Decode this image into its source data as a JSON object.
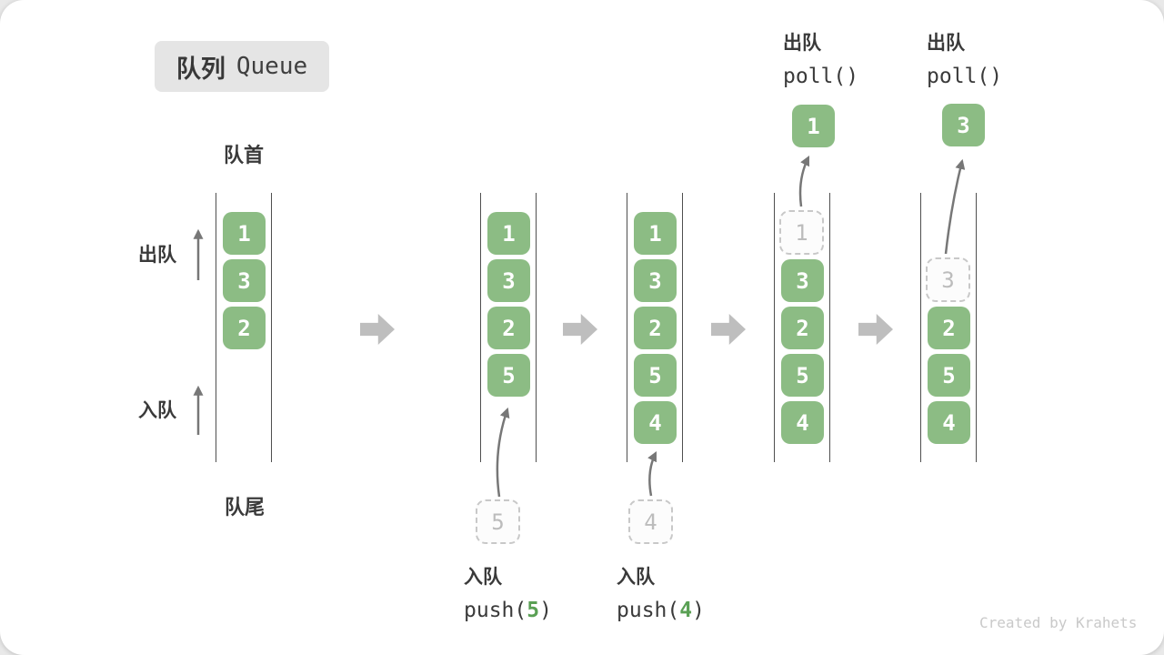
{
  "title": {
    "zh": "队列",
    "en": "Queue"
  },
  "labels": {
    "front": "队首",
    "rear": "队尾",
    "dequeue_side": "出队",
    "enqueue_side": "入队"
  },
  "colors": {
    "block_green": "#8cbc84",
    "accent_green": "#5aa054",
    "wall_line": "#4f4f4f",
    "thin_arrow": "#777777",
    "big_arrow": "#bebebe",
    "ghost_border": "#c8c8c8",
    "ghost_text": "#bcbcbc",
    "title_bg": "#e5e5e5"
  },
  "columns": [
    {
      "blocks": [
        {
          "value": "1",
          "style": "solid",
          "slot": 0
        },
        {
          "value": "3",
          "style": "solid",
          "slot": 1
        },
        {
          "value": "2",
          "style": "solid",
          "slot": 2
        }
      ]
    },
    {
      "blocks": [
        {
          "value": "1",
          "style": "solid",
          "slot": 0
        },
        {
          "value": "3",
          "style": "solid",
          "slot": 1
        },
        {
          "value": "2",
          "style": "solid",
          "slot": 2
        },
        {
          "value": "5",
          "style": "solid",
          "slot": 3
        }
      ]
    },
    {
      "blocks": [
        {
          "value": "1",
          "style": "solid",
          "slot": 0
        },
        {
          "value": "3",
          "style": "solid",
          "slot": 1
        },
        {
          "value": "2",
          "style": "solid",
          "slot": 2
        },
        {
          "value": "5",
          "style": "solid",
          "slot": 3
        },
        {
          "value": "4",
          "style": "solid",
          "slot": 4
        }
      ]
    },
    {
      "blocks": [
        {
          "value": "1",
          "style": "dashed",
          "slot": 0
        },
        {
          "value": "3",
          "style": "solid",
          "slot": 1
        },
        {
          "value": "2",
          "style": "solid",
          "slot": 2
        },
        {
          "value": "5",
          "style": "solid",
          "slot": 3
        },
        {
          "value": "4",
          "style": "solid",
          "slot": 4
        }
      ]
    },
    {
      "blocks": [
        {
          "value": "3",
          "style": "dashed",
          "slot": 1
        },
        {
          "value": "2",
          "style": "solid",
          "slot": 2
        },
        {
          "value": "5",
          "style": "solid",
          "slot": 3
        },
        {
          "value": "4",
          "style": "solid",
          "slot": 4
        }
      ]
    }
  ],
  "operations": {
    "push5": {
      "label": "入队",
      "code_prefix": "push(",
      "arg": "5",
      "code_suffix": ")",
      "incoming_value": "5"
    },
    "push4": {
      "label": "入队",
      "code_prefix": "push(",
      "arg": "4",
      "code_suffix": ")",
      "incoming_value": "4"
    },
    "poll1": {
      "label": "出队",
      "code": "poll()",
      "removed_value": "1"
    },
    "poll3": {
      "label": "出队",
      "code": "poll()",
      "removed_value": "3"
    }
  },
  "watermark": "Created by Krahets"
}
